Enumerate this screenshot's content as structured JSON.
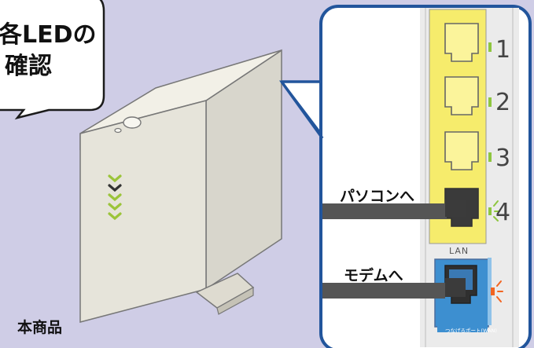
{
  "callout": {
    "line1": "各LEDの",
    "line2": "確認"
  },
  "labels": {
    "to_pc": "パソコンへ",
    "to_modem": "モデムへ",
    "product": "本商品",
    "lan": "LAN",
    "wan_port": "つなげるポート(WAN)"
  },
  "ports": [
    {
      "number": "1",
      "status": "lit"
    },
    {
      "number": "2",
      "status": "lit"
    },
    {
      "number": "3",
      "status": "lit"
    },
    {
      "number": "4",
      "status": "blinking"
    }
  ],
  "colors": {
    "background": "#cfcde6",
    "lan_port": "#f6ec6c",
    "wan_port": "#3d8fd0",
    "led_green": "#8ec63f",
    "led_orange": "#f26522",
    "frame_blue": "#22559c",
    "cable": "#555555"
  }
}
